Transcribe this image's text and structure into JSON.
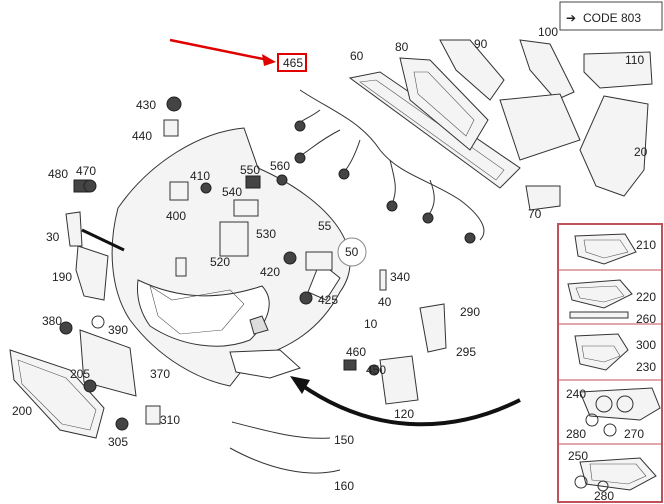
{
  "code_box": {
    "arrow": "➔",
    "text": "CODE 803"
  },
  "highlight": {
    "label": "465",
    "color": "#e00000"
  },
  "part_labels": {
    "p10": "10",
    "p20": "20",
    "p30": "30",
    "p40": "40",
    "p50": "50",
    "p55": "55",
    "p60": "60",
    "p70": "70",
    "p80": "80",
    "p90": "90",
    "p100": "100",
    "p110": "110",
    "p120": "120",
    "p150": "150",
    "p160": "160",
    "p190": "190",
    "p200": "200",
    "p205": "205",
    "p210": "210",
    "p220": "220",
    "p230": "230",
    "p240": "240",
    "p250": "250",
    "p260": "260",
    "p270": "270",
    "p280a": "280",
    "p280b": "280",
    "p290": "290",
    "p295": "295",
    "p300": "300",
    "p305": "305",
    "p310": "310",
    "p340": "340",
    "p370": "370",
    "p380": "380",
    "p390": "390",
    "p400": "400",
    "p410": "410",
    "p420": "420",
    "p425": "425",
    "p430": "430",
    "p440": "440",
    "p450": "450",
    "p460": "460",
    "p470": "470",
    "p480": "480",
    "p520": "520",
    "p530": "530",
    "p540": "540",
    "p550": "550",
    "p560": "560"
  },
  "colors": {
    "accent_red": "#e00000",
    "panel_border": "#c0505a",
    "ink": "#222222"
  }
}
